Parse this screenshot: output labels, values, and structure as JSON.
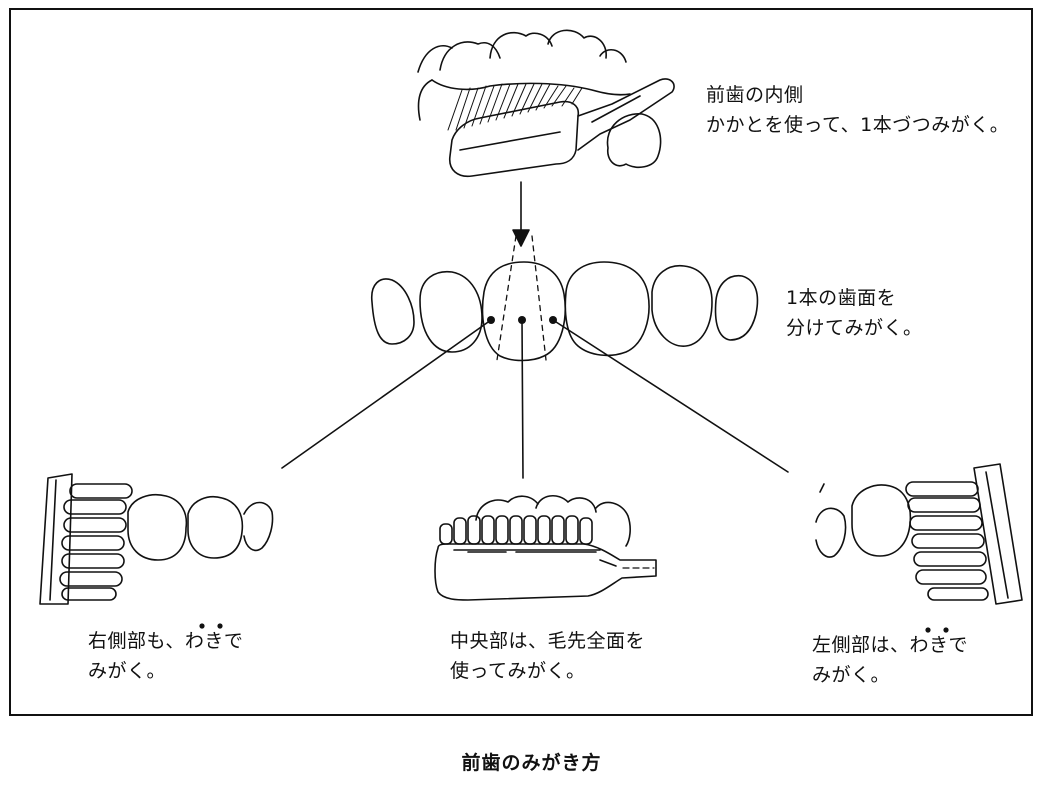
{
  "labels": {
    "inner": {
      "line1": "前歯の内側",
      "line2": "かかとを使って、1本づつみがく。"
    },
    "divide": {
      "line1": "1本の歯面を",
      "line2": "分けてみがく。"
    },
    "right": {
      "line1": "右側部も、わきで",
      "line2": "みがく。"
    },
    "center": {
      "line1": "中央部は、毛先全面を",
      "line2": "使ってみがく。"
    },
    "left": {
      "line1": "左側部は、わきで",
      "line2": "みがく。"
    }
  },
  "caption": "前歯のみがき方",
  "colors": {
    "ink": "#111111",
    "background": "#ffffff"
  }
}
